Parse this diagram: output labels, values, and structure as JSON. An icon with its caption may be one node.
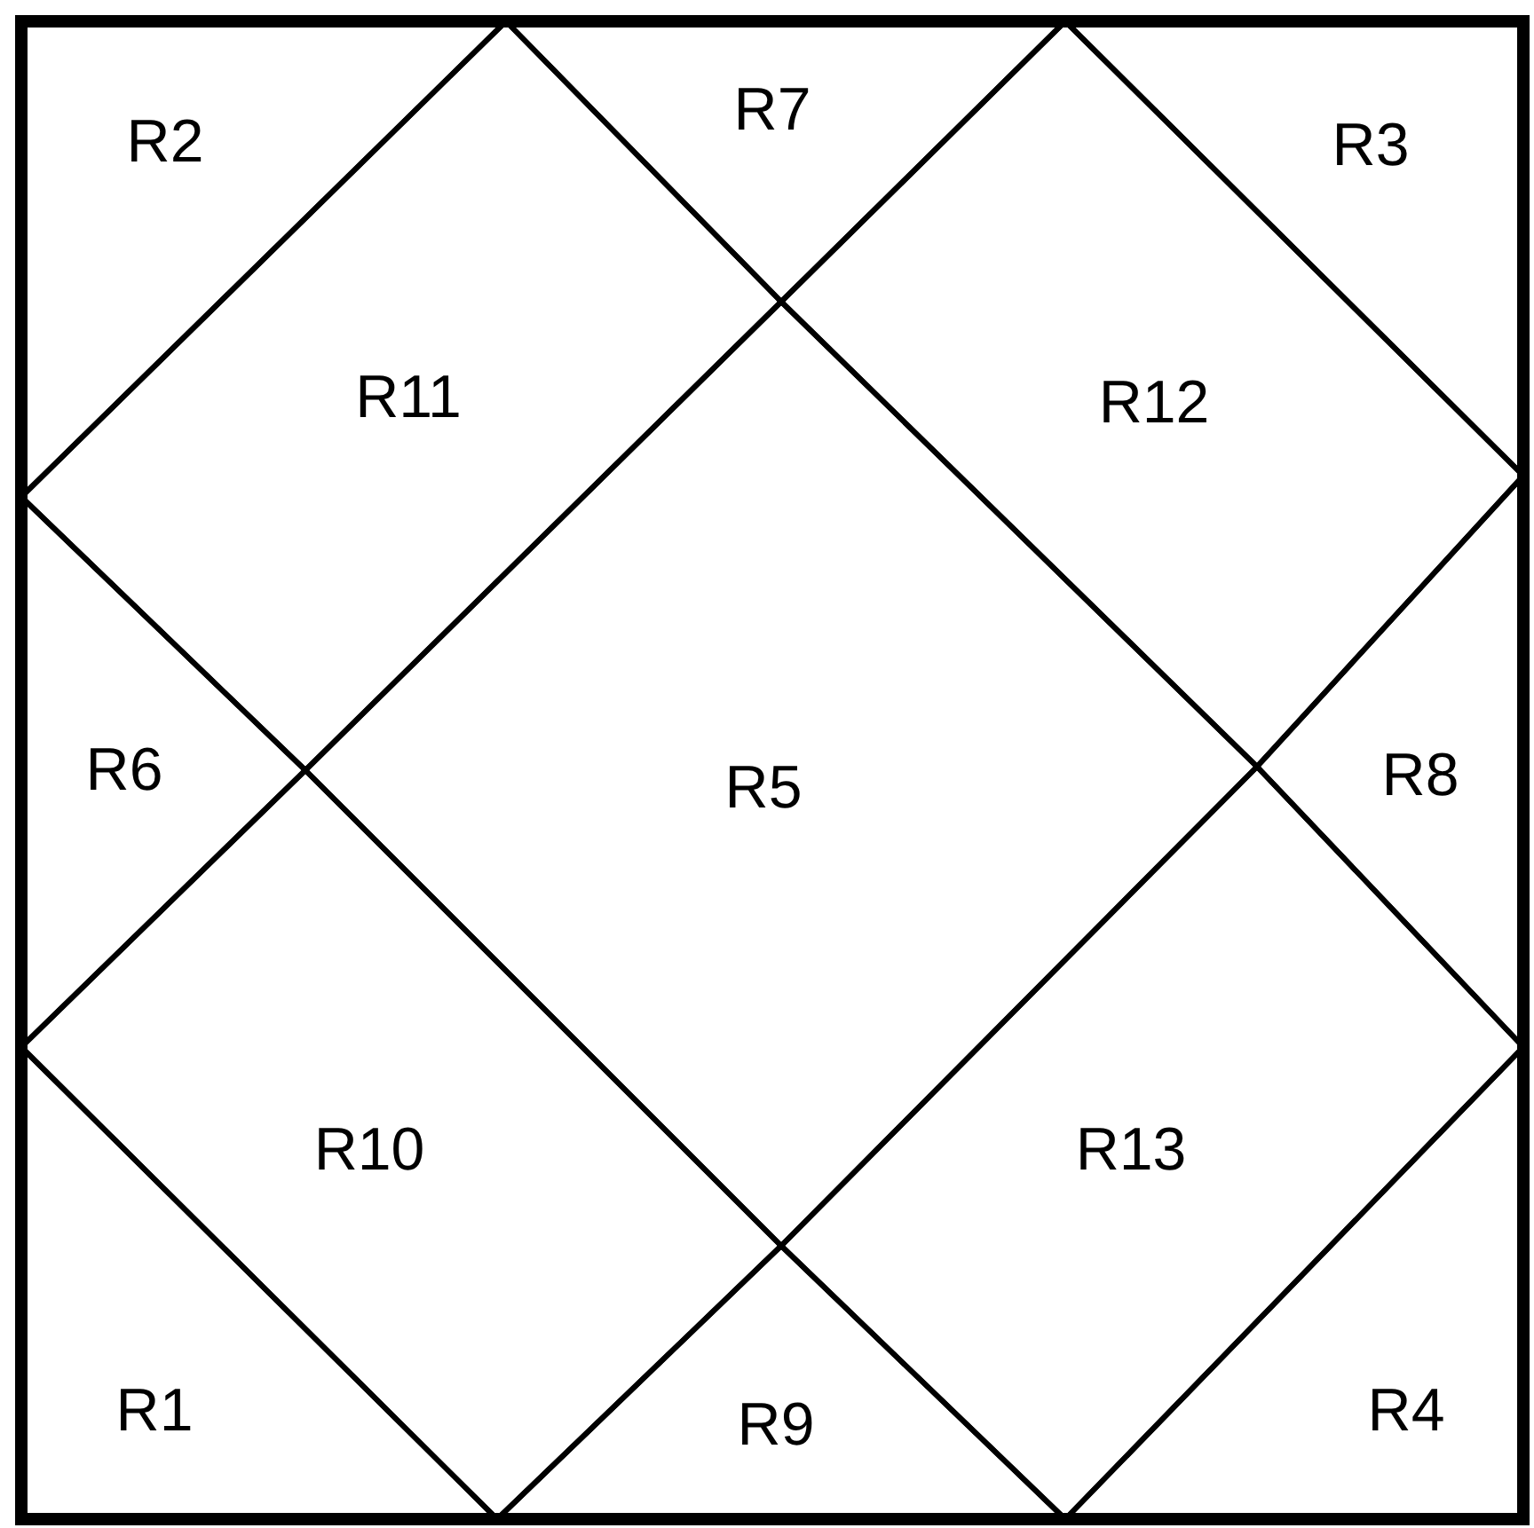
{
  "diagram": {
    "nodes": [
      {
        "text": [
          "R2"
        ]
      },
      {
        "text": [
          "R7"
        ]
      },
      {
        "text": [
          "R3"
        ]
      },
      {
        "text": [
          "R11"
        ]
      },
      {
        "text": [
          "R12"
        ]
      },
      {
        "text": [
          "R6"
        ]
      },
      {
        "text": [
          "R5"
        ]
      },
      {
        "text": [
          "R8"
        ]
      },
      {
        "text": [
          "R10"
        ]
      },
      {
        "text": [
          "R13"
        ]
      },
      {
        "text": [
          "R1"
        ]
      },
      {
        "text": [
          "R9"
        ]
      },
      {
        "text": [
          "R4"
        ]
      }
    ],
    "edges": []
  }
}
